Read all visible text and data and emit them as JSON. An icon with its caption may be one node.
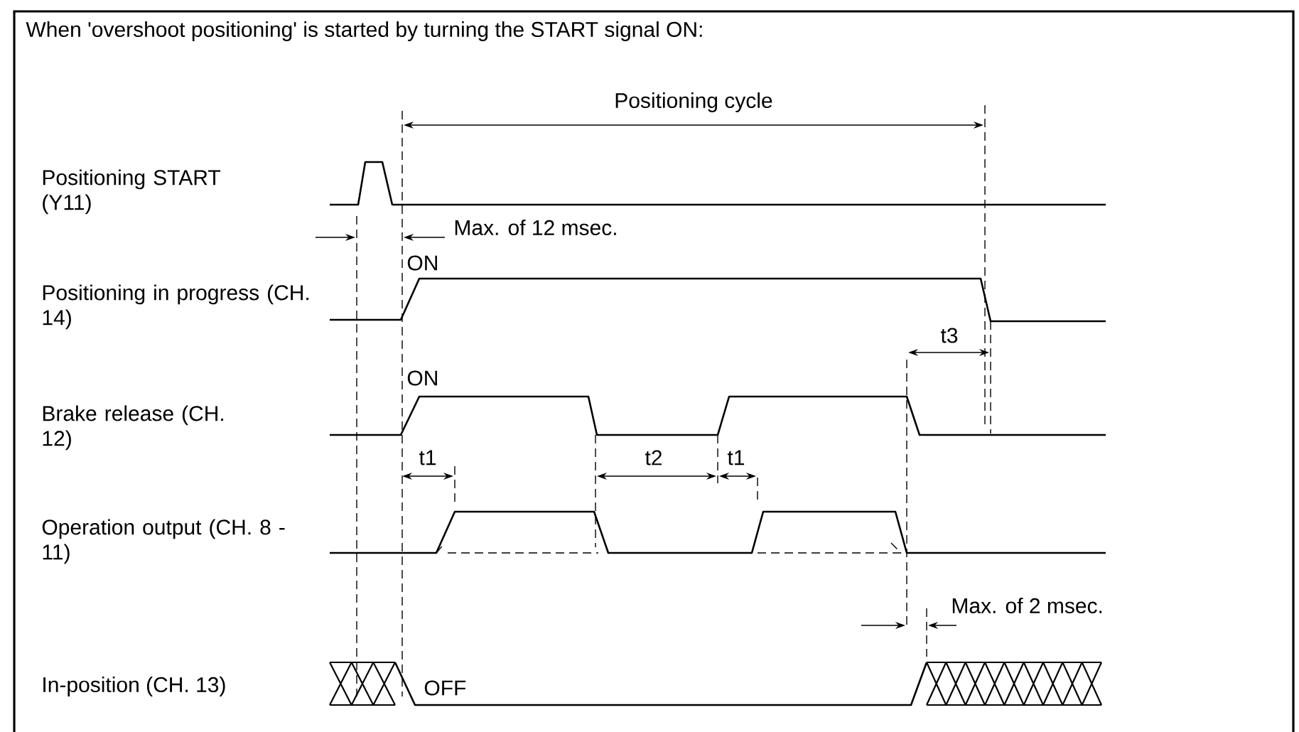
{
  "diagram": {
    "title": "When 'overshoot positioning' is started by turning the START signal ON:",
    "labels": [
      "Positioning cycle",
      "Positioning START (Y11)",
      "Max. of 12 msec.",
      "ON",
      "Positioning in progress (CH. 14)",
      "t3",
      "ON",
      "Brake release (CH. 12)",
      "t1",
      "t2",
      "t1",
      "Operation output (CH. 8 - 11)",
      "Max. of 2 msec.",
      "In-position (CH. 13)",
      "OFF"
    ]
  }
}
